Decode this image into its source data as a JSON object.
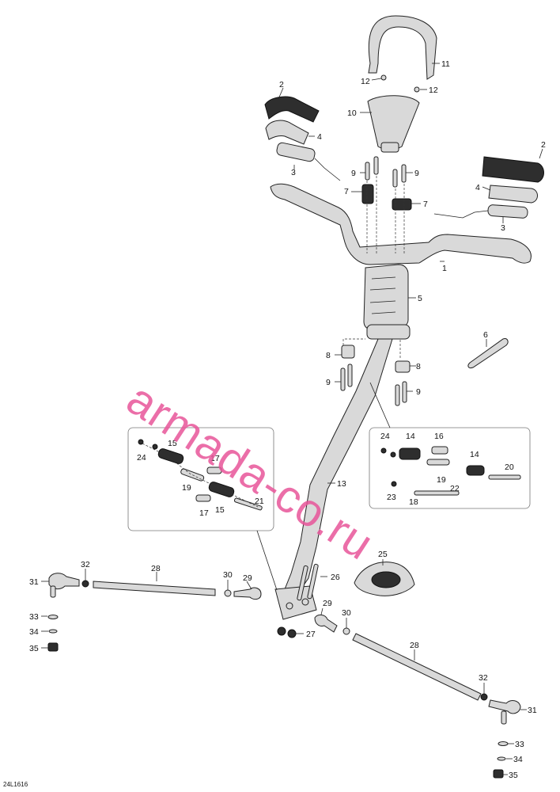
{
  "watermark": "armada-co.ru",
  "drawing_code": "24L1616",
  "labels": {
    "p1": "1",
    "p2a": "2",
    "p2b": "2",
    "p3a": "3",
    "p3b": "3",
    "p4a": "4",
    "p4b": "4",
    "p5": "5",
    "p6": "6",
    "p7a": "7",
    "p7b": "7",
    "p8a": "8",
    "p8b": "8",
    "p9a": "9",
    "p9b": "9",
    "p9c": "9",
    "p9d": "9",
    "p10": "10",
    "p11": "11",
    "p12a": "12",
    "p12b": "12",
    "p13": "13",
    "p14a": "14",
    "p14b": "14",
    "p15a": "15",
    "p15b": "15",
    "p16": "16",
    "p17a": "17",
    "p17b": "17",
    "p18": "18",
    "p19a": "19",
    "p19b": "19",
    "p20": "20",
    "p21": "21",
    "p22": "22",
    "p23": "23",
    "p24a": "24",
    "p24b": "24",
    "p25": "25",
    "p26": "26",
    "p27": "27",
    "p28a": "28",
    "p28b": "28",
    "p29a": "29",
    "p29b": "29",
    "p30a": "30",
    "p30b": "30",
    "p31a": "31",
    "p31b": "31",
    "p32a": "32",
    "p32b": "32",
    "p33a": "33",
    "p33b": "33",
    "p34a": "34",
    "p34b": "34",
    "p35a": "35",
    "p35b": "35"
  },
  "colors": {
    "watermark": "#e8559a",
    "line": "#222222",
    "part_fill": "#d9d9d9",
    "grip": "#2e2e2e"
  }
}
